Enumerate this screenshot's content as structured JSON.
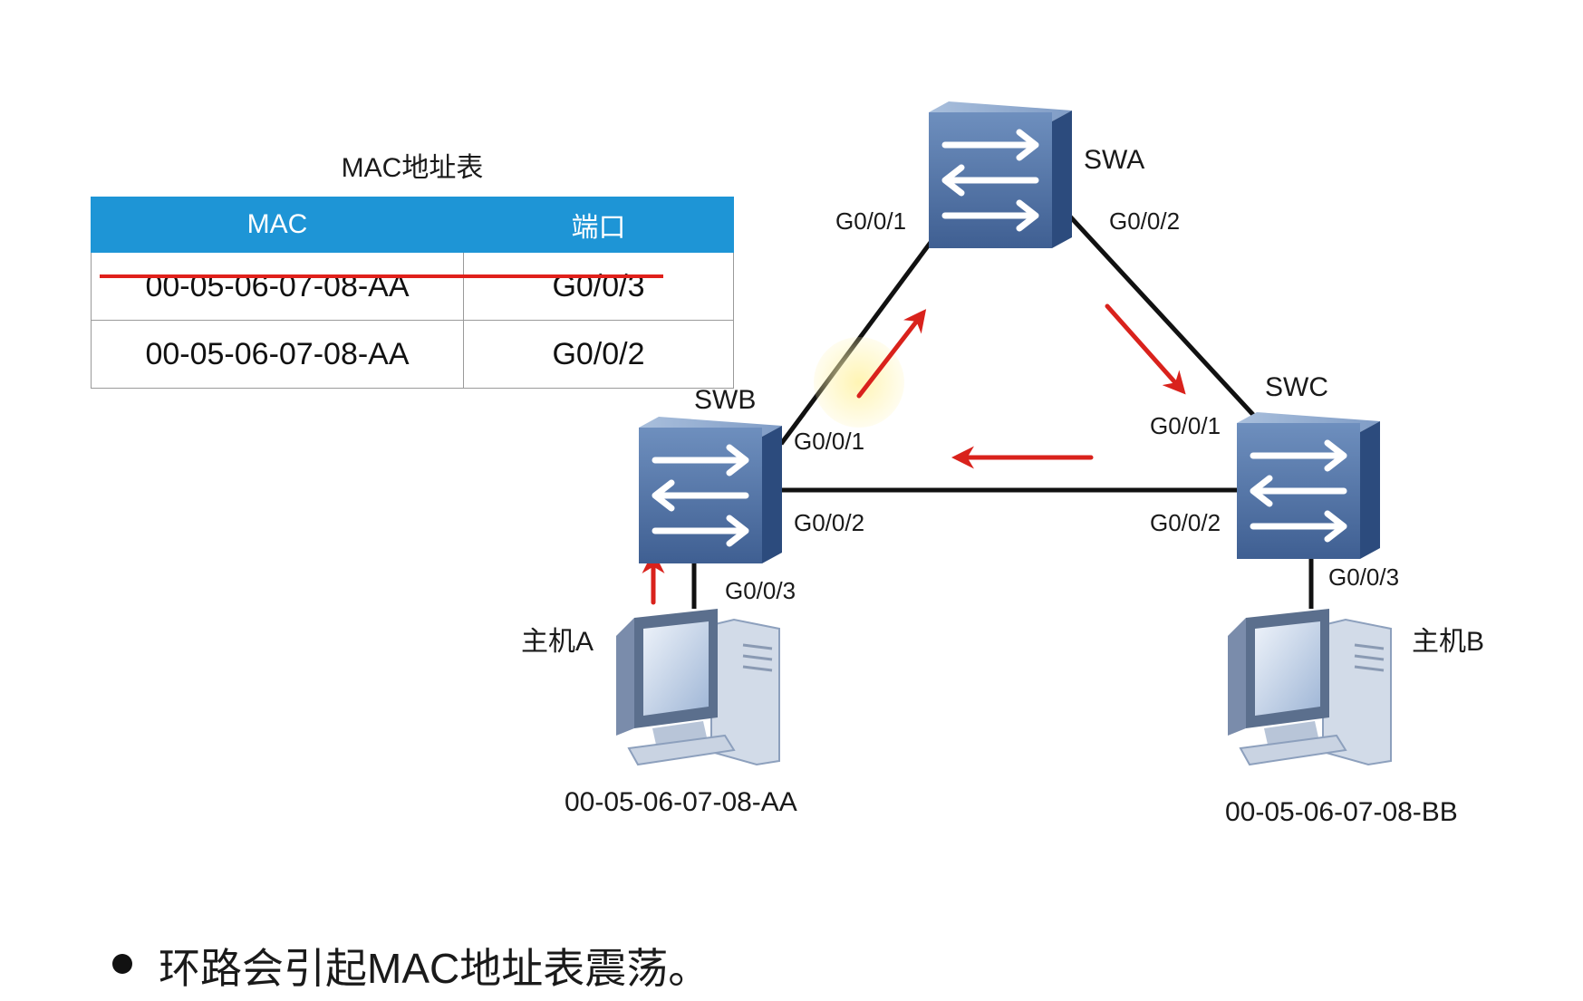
{
  "table": {
    "title": "MAC地址表",
    "headers": [
      "MAC",
      "端口"
    ],
    "rows": [
      {
        "mac": "00-05-06-07-08-AA",
        "port": "G0/0/3",
        "struck_out": true
      },
      {
        "mac": "00-05-06-07-08-AA",
        "port": "G0/0/2",
        "struck_out": false
      }
    ]
  },
  "switches": {
    "swa": {
      "name": "SWA",
      "port_left": "G0/0/1",
      "port_right": "G0/0/2"
    },
    "swb": {
      "name": "SWB",
      "port_up": "G0/0/1",
      "port_right": "G0/0/2",
      "port_down": "G0/0/3"
    },
    "swc": {
      "name": "SWC",
      "port_up": "G0/0/1",
      "port_left": "G0/0/2",
      "port_down": "G0/0/3"
    }
  },
  "hosts": {
    "host_a": {
      "name": "主机A",
      "mac": "00-05-06-07-08-AA"
    },
    "host_b": {
      "name": "主机B",
      "mac": "00-05-06-07-08-BB"
    }
  },
  "bullet": {
    "text": "环路会引起MAC地址表震荡。"
  },
  "colors": {
    "header_blue": "#1e95d6",
    "arrow_red": "#d9221c",
    "switch_blue": "#4f73a6",
    "link_black": "#111111"
  }
}
